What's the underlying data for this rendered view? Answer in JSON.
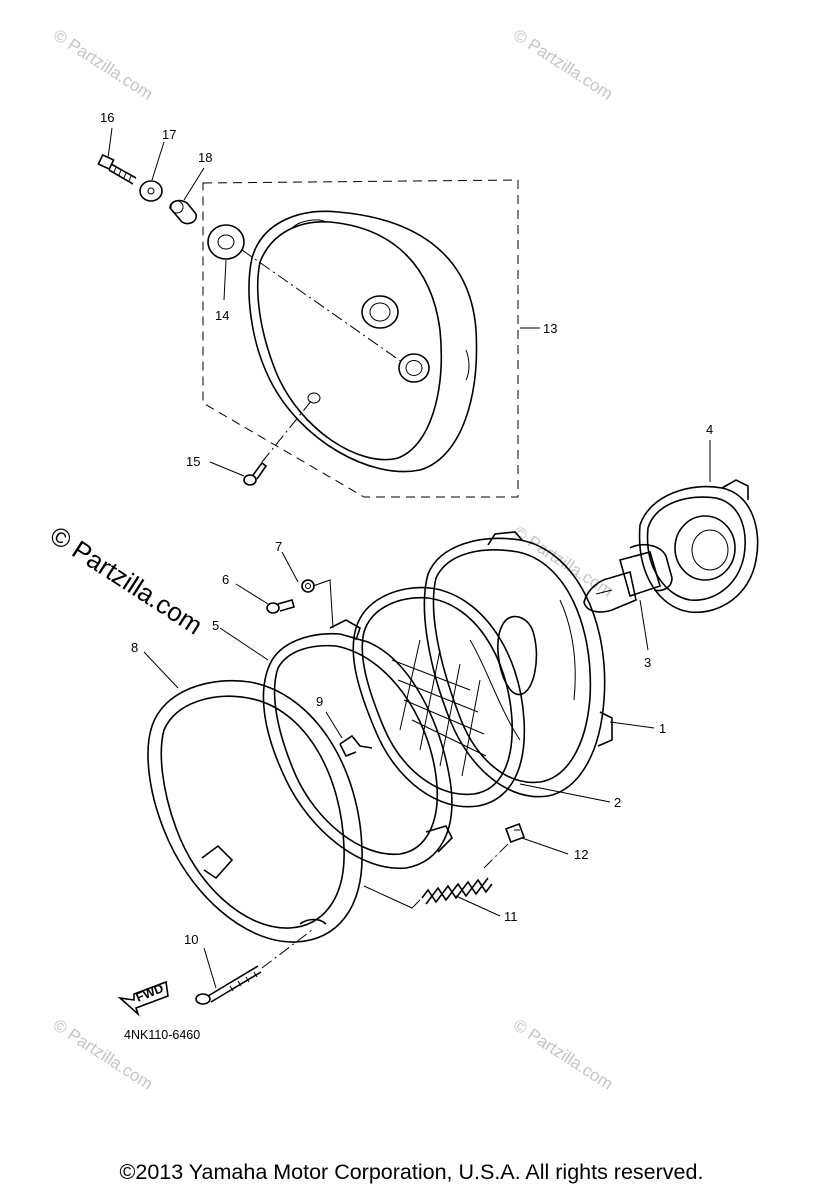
{
  "diagram_code": "4NK110-6460",
  "copyright": "©2013  Yamaha Motor Corporation, U.S.A. All rights reserved.",
  "watermark_small": "© Partzilla.com",
  "watermark_large": "© Partzilla.com",
  "fwd_label": "FWD",
  "callouts": [
    {
      "id": "c1",
      "label": "1"
    },
    {
      "id": "c2",
      "label": "2"
    },
    {
      "id": "c3",
      "label": "3"
    },
    {
      "id": "c4",
      "label": "4"
    },
    {
      "id": "c5",
      "label": "5"
    },
    {
      "id": "c6",
      "label": "6"
    },
    {
      "id": "c7",
      "label": "7"
    },
    {
      "id": "c8",
      "label": "8"
    },
    {
      "id": "c9",
      "label": "9"
    },
    {
      "id": "c10",
      "label": "10"
    },
    {
      "id": "c11",
      "label": "11"
    },
    {
      "id": "c12",
      "label": "12"
    },
    {
      "id": "c13",
      "label": "13"
    },
    {
      "id": "c14",
      "label": "14"
    },
    {
      "id": "c15",
      "label": "15"
    },
    {
      "id": "c16",
      "label": "16"
    },
    {
      "id": "c17",
      "label": "17"
    },
    {
      "id": "c18",
      "label": "18"
    }
  ]
}
